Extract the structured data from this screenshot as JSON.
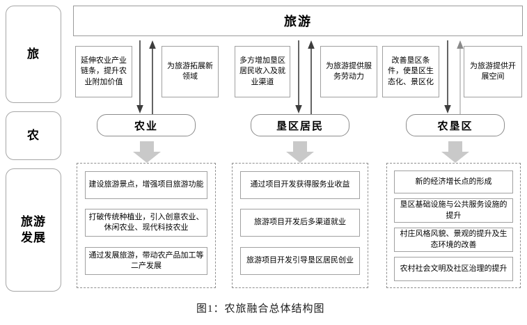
{
  "figure": {
    "caption": "图1：农旅融合总体结构图"
  },
  "categories": [
    {
      "label": "旅"
    },
    {
      "label": "农"
    },
    {
      "label_line1": "旅游",
      "label_line2": "发展"
    }
  ],
  "top": {
    "title": "旅游"
  },
  "entities": [
    {
      "label": "农业"
    },
    {
      "label": "垦区居民"
    },
    {
      "label": "农垦区"
    }
  ],
  "relations": [
    {
      "down_text": "延伸农业产业链条，提升农业附加价值",
      "up_text": "为旅游拓展新领域"
    },
    {
      "down_text": "多方增加垦区居民收入及就业渠道",
      "up_text": "为旅游提供服务劳动力"
    },
    {
      "down_text": "改善垦区条件，使垦区生态化、景区化",
      "up_text": "为旅游提供开展空间"
    }
  ],
  "outcomes": [
    {
      "items": [
        "建设旅游景点，增强项目旅游功能",
        "打破传统种植业，引入创意农业、休闲农业、现代科技农业",
        "通过发展旅游，带动农产品加工等二产发展"
      ]
    },
    {
      "items": [
        "通过项目开发获得服务业收益",
        "旅游项目开发后多渠道就业",
        "旅游项目开发引导垦区居民创业"
      ]
    },
    {
      "items": [
        "新的经济增长点的形成",
        "垦区基础设施与公共服务设施的提升",
        "村庄风格风貌、景观的提升及生态环境的改善",
        "农村社会文明及社区治理的提升"
      ]
    }
  ],
  "colors": {
    "block_arrow": "#c9c9c9",
    "line_arrow_dark": "#404040",
    "line_arrow_light": "#bdbdbd",
    "box_border": "#a0a0a0",
    "dashed_border": "#8f8f8f"
  }
}
